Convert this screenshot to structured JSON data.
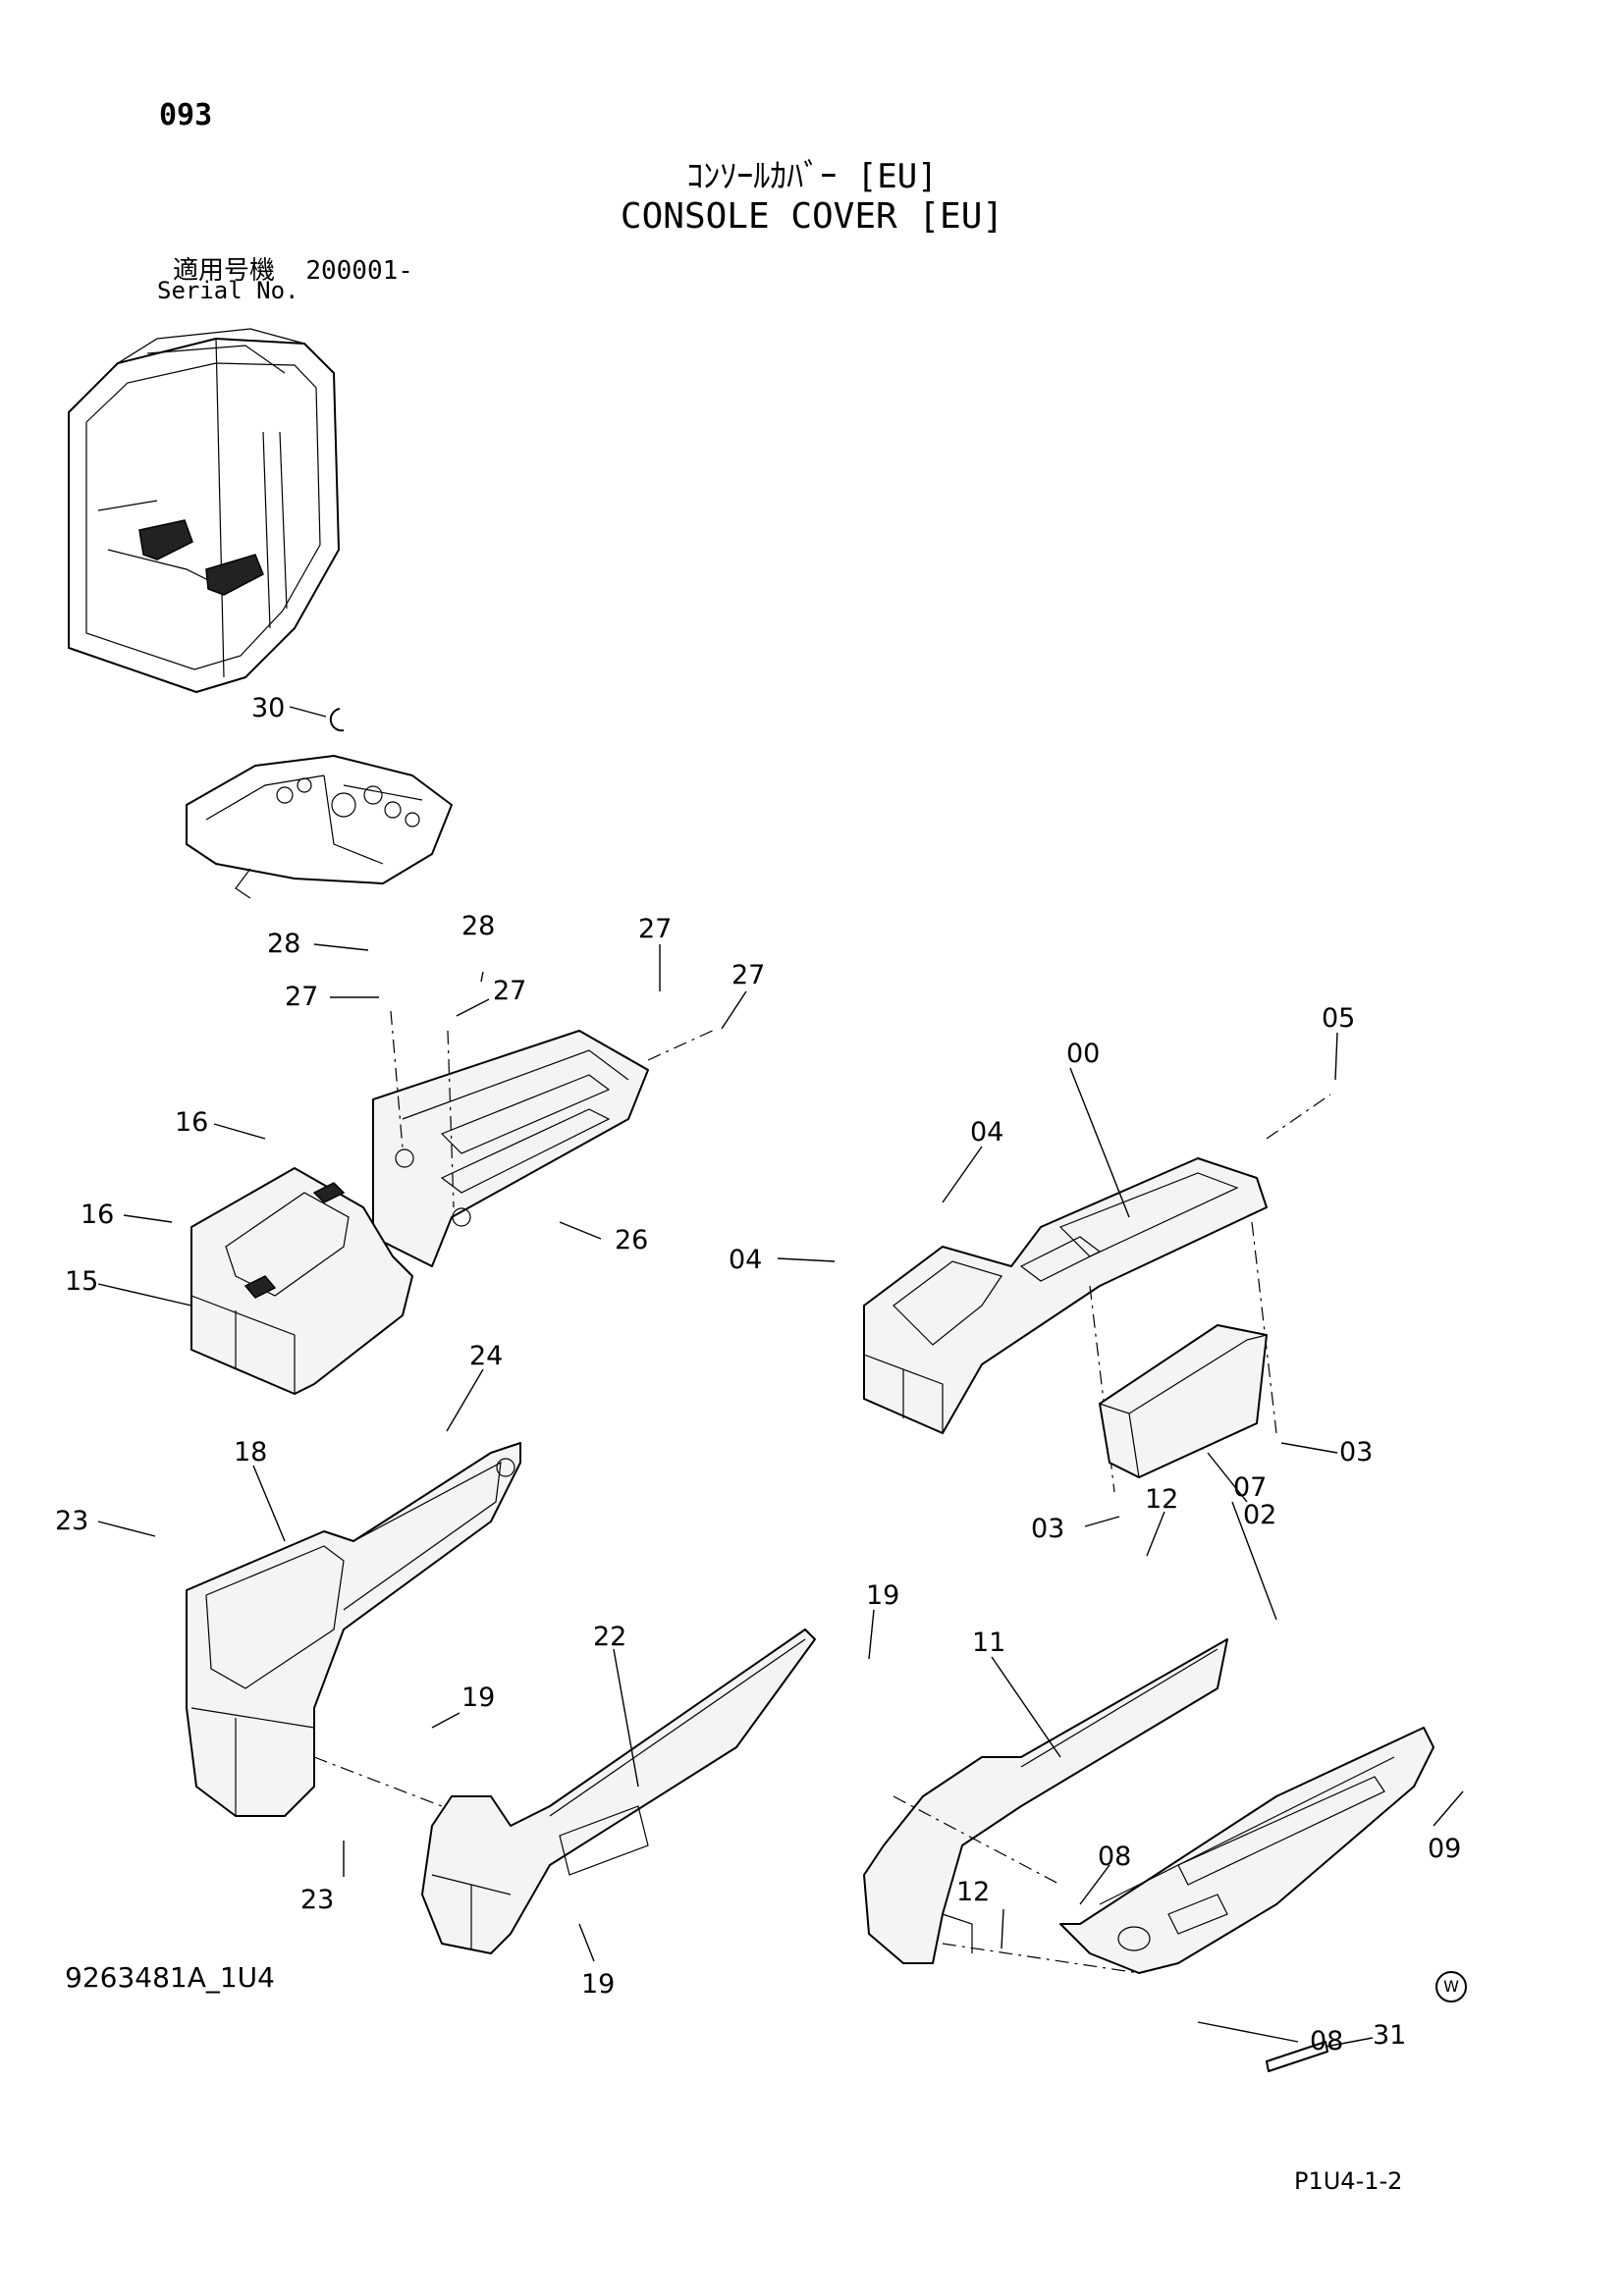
{
  "header": {
    "page_number": "093",
    "title_jp": "ｺﾝｿｰﾙｶﾊﾞｰ [EU]",
    "title_en": "CONSOLE COVER [EU]",
    "serial_label_jp": "適用号機",
    "serial_value": "200001-",
    "serial_label_en": "Serial No."
  },
  "callouts": {
    "c30": "30",
    "c28a": "28",
    "c28b": "28",
    "c27a": "27",
    "c27b": "27",
    "c27c": "27",
    "c27d": "27",
    "c16a": "16",
    "c16b": "16",
    "c15": "15",
    "c26": "26",
    "c00": "00",
    "c05": "05",
    "c04a": "04",
    "c04b": "04",
    "c03a": "03",
    "c03b": "03",
    "c02": "02",
    "c24": "24",
    "c18": "18",
    "c23a": "23",
    "c23b": "23",
    "c22": "22",
    "c19a": "19",
    "c19b": "19",
    "c19c": "19",
    "c12a": "12",
    "c12b": "12",
    "c11": "11",
    "c07": "07",
    "c08a": "08",
    "c08b": "08",
    "c09": "09",
    "c31": "31"
  },
  "footer": {
    "drawing_number": "9263481A_1U4",
    "page_ref": "P1U4-1-2",
    "mark": "W"
  }
}
